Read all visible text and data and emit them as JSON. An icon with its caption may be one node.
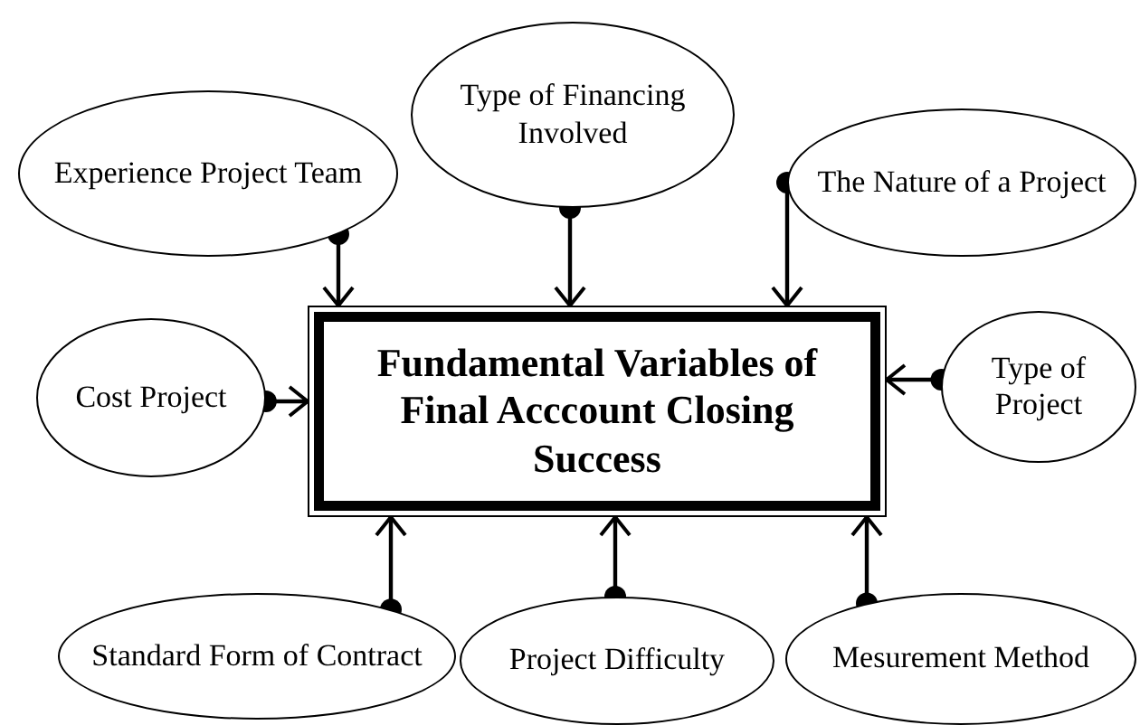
{
  "diagram": {
    "nodes": [
      {
        "text": [
          "Experience Project Team"
        ]
      },
      {
        "text": [
          "Type of Financing Involved"
        ]
      },
      {
        "text": [
          "The Nature of a Project"
        ]
      },
      {
        "text": [
          "Cost Project"
        ]
      },
      {
        "text": [
          "Fundamental Variables of Final Acccount Closing Success"
        ]
      },
      {
        "text": [
          "Type of Project"
        ]
      },
      {
        "text": [
          "Standard Form of Contract"
        ]
      },
      {
        "text": [
          "Project Difficulty"
        ]
      },
      {
        "text": [
          "Mesurement Method"
        ]
      }
    ],
    "edges": [
      {
        "from": 0,
        "to": 4,
        "arrow": "to"
      },
      {
        "from": 1,
        "to": 4,
        "arrow": "to"
      },
      {
        "from": 2,
        "to": 4,
        "arrow": "to"
      },
      {
        "from": 3,
        "to": 4,
        "arrow": "to"
      },
      {
        "from": 5,
        "to": 4,
        "arrow": "to"
      },
      {
        "from": 6,
        "to": 4,
        "arrow": "to"
      },
      {
        "from": 7,
        "to": 4,
        "arrow": "to"
      },
      {
        "from": 8,
        "to": 4,
        "arrow": "to"
      }
    ]
  }
}
